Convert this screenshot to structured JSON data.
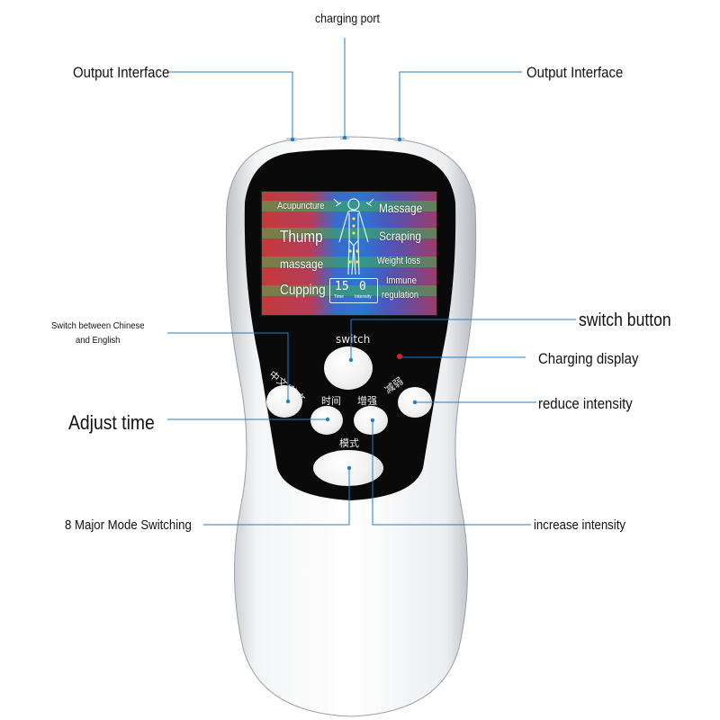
{
  "callouts": {
    "charging_port": "charging port",
    "output_left": "Output Interface",
    "output_right": "Output Interface",
    "switch_language": "Switch between Chinese and English",
    "switch_button": "switch button",
    "charging_display": "Charging display",
    "adjust_time": "Adjust time",
    "reduce_intensity": "reduce intensity",
    "mode_switching": "8 Major Mode Switching",
    "increase_intensity": "increase intensity"
  },
  "screen": {
    "acupuncture": "Acupuncture",
    "massage": "Massage",
    "thump": "Thump",
    "scraping": "Scraping",
    "massage_lower": "massage",
    "weight_loss": "Weight loss",
    "cupping": "Cupping",
    "immune_line1": "Immune",
    "immune_line2": "regulation",
    "time_value": "15",
    "intensity_value": "0",
    "time_label": "Time",
    "intensity_label": "Intensity"
  },
  "buttons": {
    "switch": "switch",
    "language": "中文/英文",
    "time": "时间",
    "increase": "增强",
    "reduce": "减弱",
    "mode": "模式"
  },
  "colors": {
    "leader_line": "#1f7fc9",
    "device_shell": "#ffffff",
    "device_face": "#0a0a0a",
    "charging_led": "#e02020"
  }
}
